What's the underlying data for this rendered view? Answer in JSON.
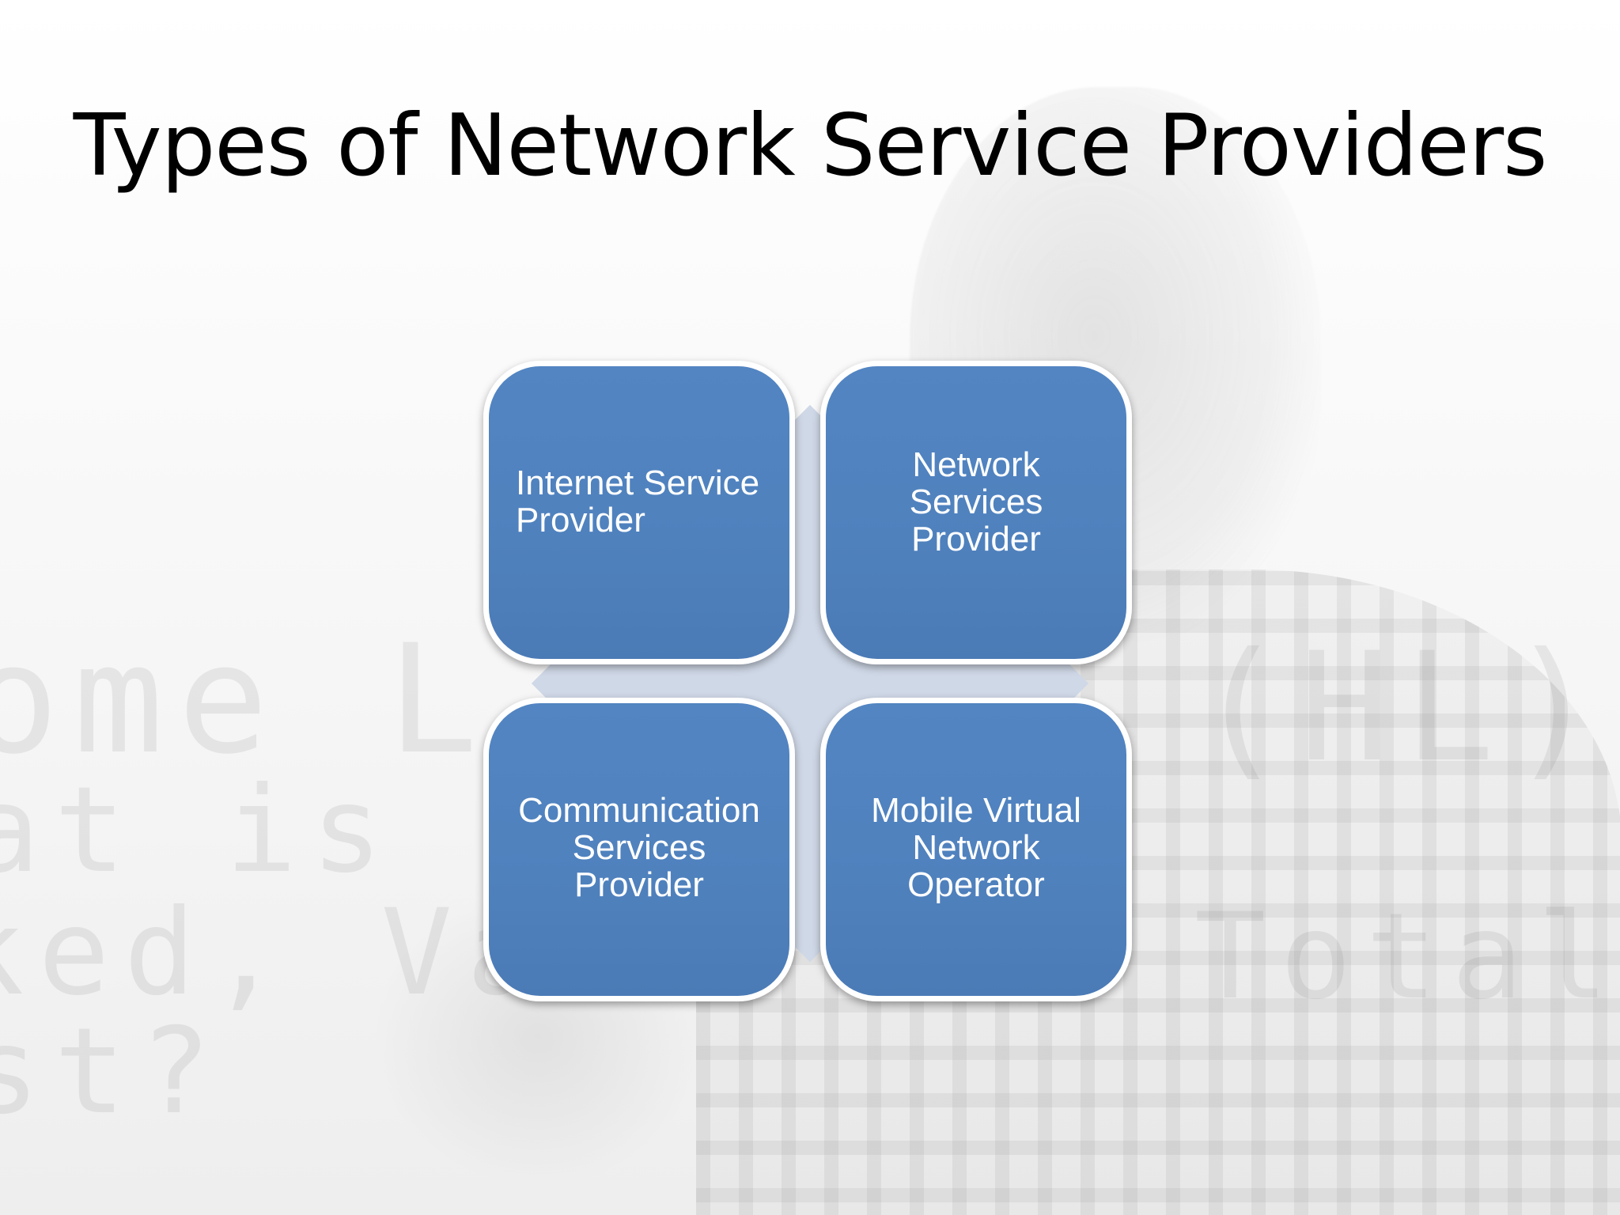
{
  "slide": {
    "title": "Types of Network Service Providers"
  },
  "background_text": {
    "line1": "ome L",
    "line2": "at is Pr",
    "line3": "ked, Var",
    "line4": "st?",
    "line5": "(HL)",
    "line6": "Total"
  },
  "diagram": {
    "items": [
      {
        "label": "Internet Service\nProvider"
      },
      {
        "label": "Network\nServices\nProvider"
      },
      {
        "label": "Communication\nServices\nProvider"
      },
      {
        "label": "Mobile Virtual\nNetwork\nOperator"
      }
    ],
    "colors": {
      "box_fill": "#4f81bd",
      "box_border": "#ffffff",
      "diamond_fill": "#cfd8e7",
      "text": "#ffffff"
    }
  }
}
